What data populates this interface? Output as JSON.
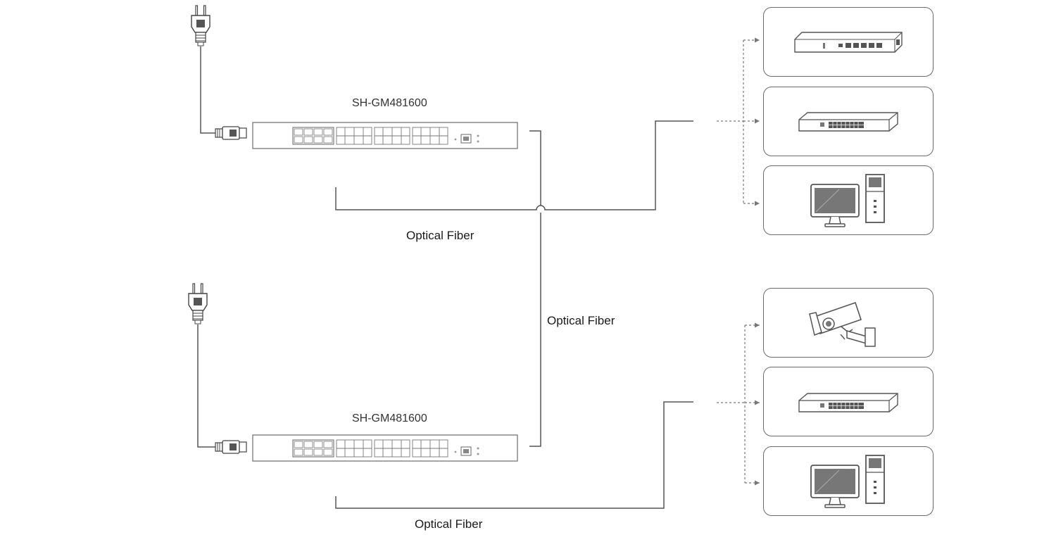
{
  "switches": [
    {
      "model": "SH-GM481600"
    },
    {
      "model": "SH-GM481600"
    }
  ],
  "links": {
    "top_fiber_label": "Optical Fiber",
    "middle_fiber_label": "Optical Fiber",
    "bottom_fiber_label": "Optical Fiber"
  },
  "devices": {
    "top_group": [
      "router-icon",
      "network-switch-icon",
      "desktop-computer-icon"
    ],
    "bottom_group": [
      "security-camera-icon",
      "network-switch-icon",
      "desktop-computer-icon"
    ]
  },
  "colors": {
    "line": "#555555",
    "stroke": "#6b6b6b",
    "fill_dark": "#555555"
  }
}
